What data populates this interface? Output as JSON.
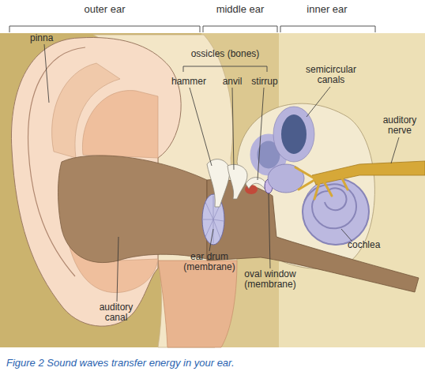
{
  "diagram": {
    "caption": "Figure 2 Sound waves transfer energy in your ear.",
    "nodes": [
      {
        "text": [
          "outer ear"
        ]
      },
      {
        "text": [
          "middle ear"
        ]
      },
      {
        "text": [
          "inner ear"
        ]
      }
    ],
    "labels": [
      "pinna",
      "ossicles (bones)",
      "hammer",
      "anvil",
      "stirrup",
      "semicircular canals",
      "auditory nerve",
      "cochlea",
      "ear drum (membrane)",
      "oval window (membrane)",
      "auditory canal"
    ]
  }
}
